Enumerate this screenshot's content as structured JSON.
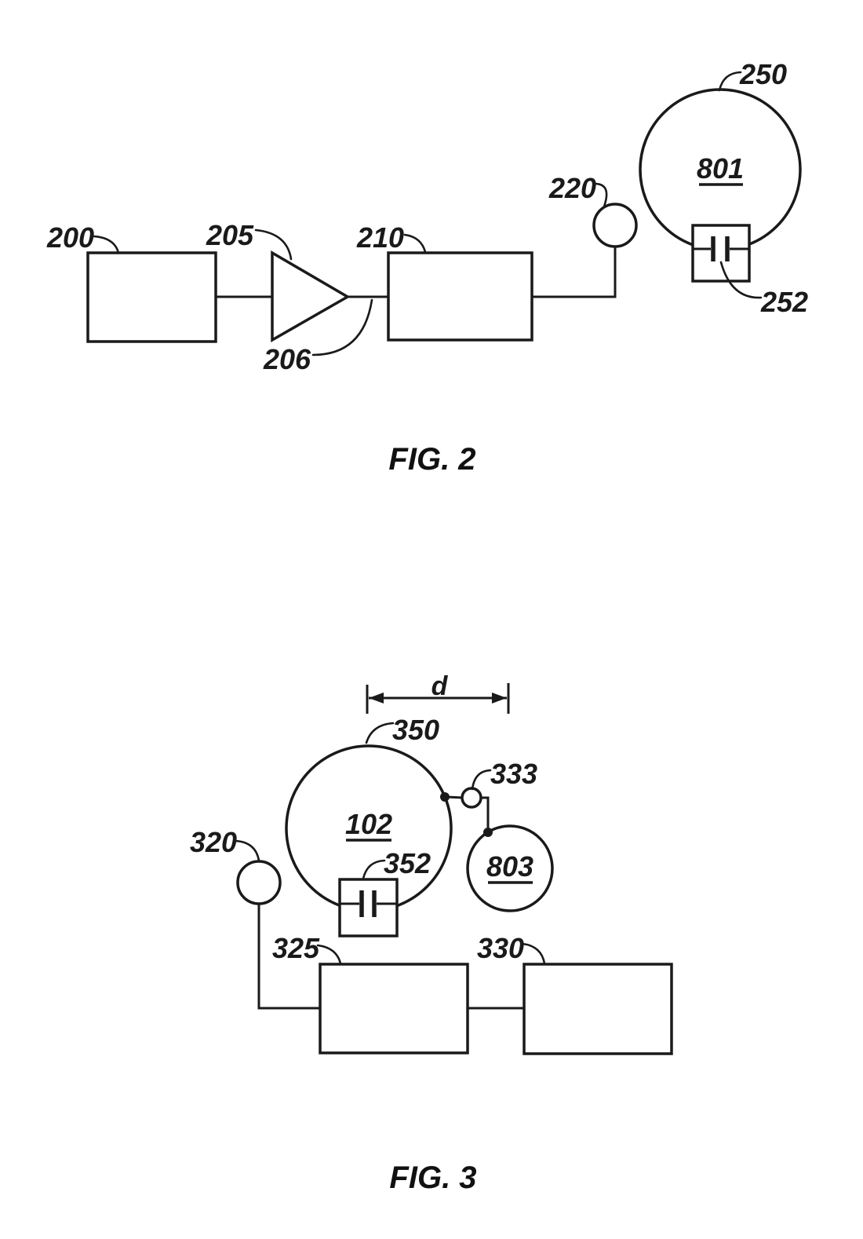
{
  "fig2": {
    "caption": "FIG. 2",
    "ref_block_left": "200",
    "ref_amplifier": "205",
    "ref_amplifier_output": "206",
    "ref_block_right": "210",
    "ref_coil": "220",
    "ref_sphere": "250",
    "ref_sphere_id": "801",
    "ref_capacitor": "252"
  },
  "fig3": {
    "caption": "FIG. 3",
    "dimension_label": "d",
    "ref_sphere_large": "350",
    "ref_link_node": "333",
    "ref_sphere_large_id": "102",
    "ref_capacitor": "352",
    "ref_sphere_small_id": "803",
    "ref_coil": "320",
    "ref_block_left": "325",
    "ref_block_right": "330"
  }
}
